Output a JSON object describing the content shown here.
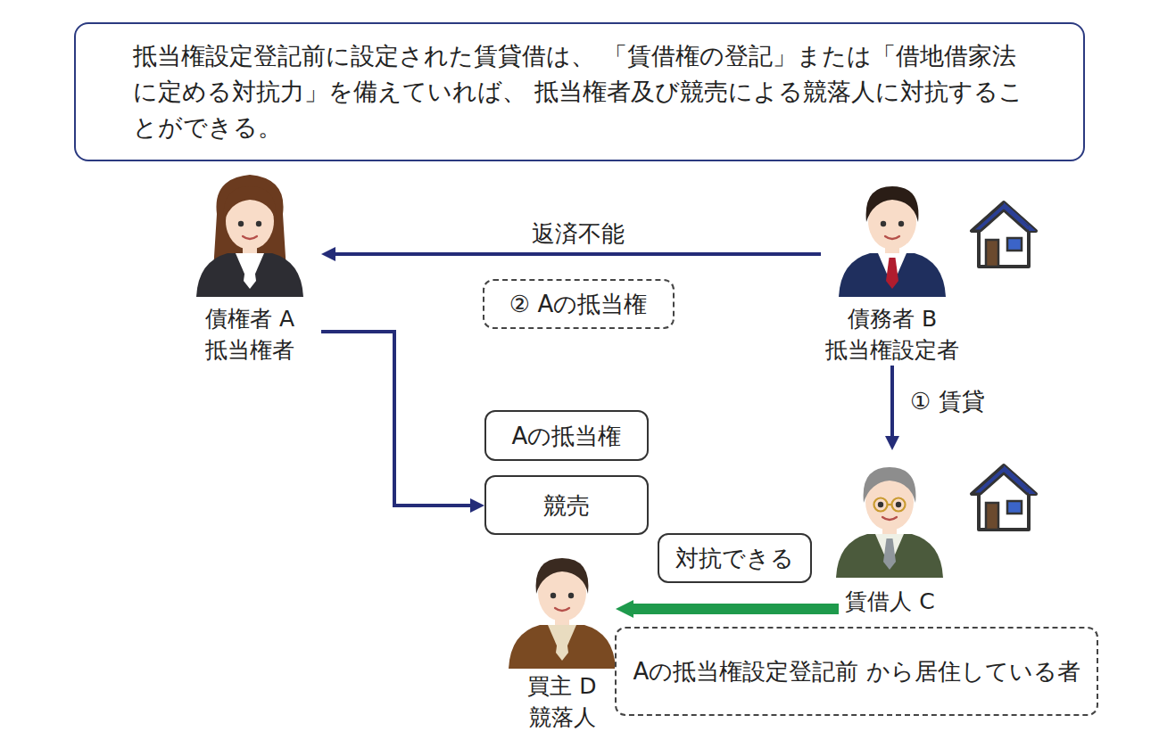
{
  "diagram": {
    "nodes": [
      {
        "text": [
          "抵当権設定登記前に設定された賃貸借は、 「賃借権の登記」または「借地借家法に定める対抗力」を備えていれば、 抵当権者及び競売による競落人に対抗することができる。"
        ]
      },
      {
        "text": [
          "債権者 A 抵当権者"
        ]
      },
      {
        "text": [
          "債務者 B 抵当権設定者"
        ]
      },
      {
        "text": [
          "② Aの抵当権"
        ]
      },
      {
        "text": [
          "Aの抵当権"
        ]
      },
      {
        "text": [
          "競売"
        ]
      },
      {
        "text": [
          "対抗できる"
        ]
      },
      {
        "text": [
          "賃借人 C"
        ]
      },
      {
        "text": [
          "Aの抵当権設定登記前 から居住している者"
        ]
      },
      {
        "text": [
          "買主 D 競落人"
        ]
      }
    ],
    "edges": [
      {
        "from": 2,
        "to": 1,
        "arrow": "to",
        "label": "返済不能"
      },
      {
        "from": 2,
        "to": 7,
        "arrow": "to",
        "label": "① 賃貸"
      },
      {
        "from": 1,
        "to": 5,
        "arrow": "to"
      },
      {
        "from": 7,
        "to": 9,
        "arrow": "to"
      }
    ]
  }
}
